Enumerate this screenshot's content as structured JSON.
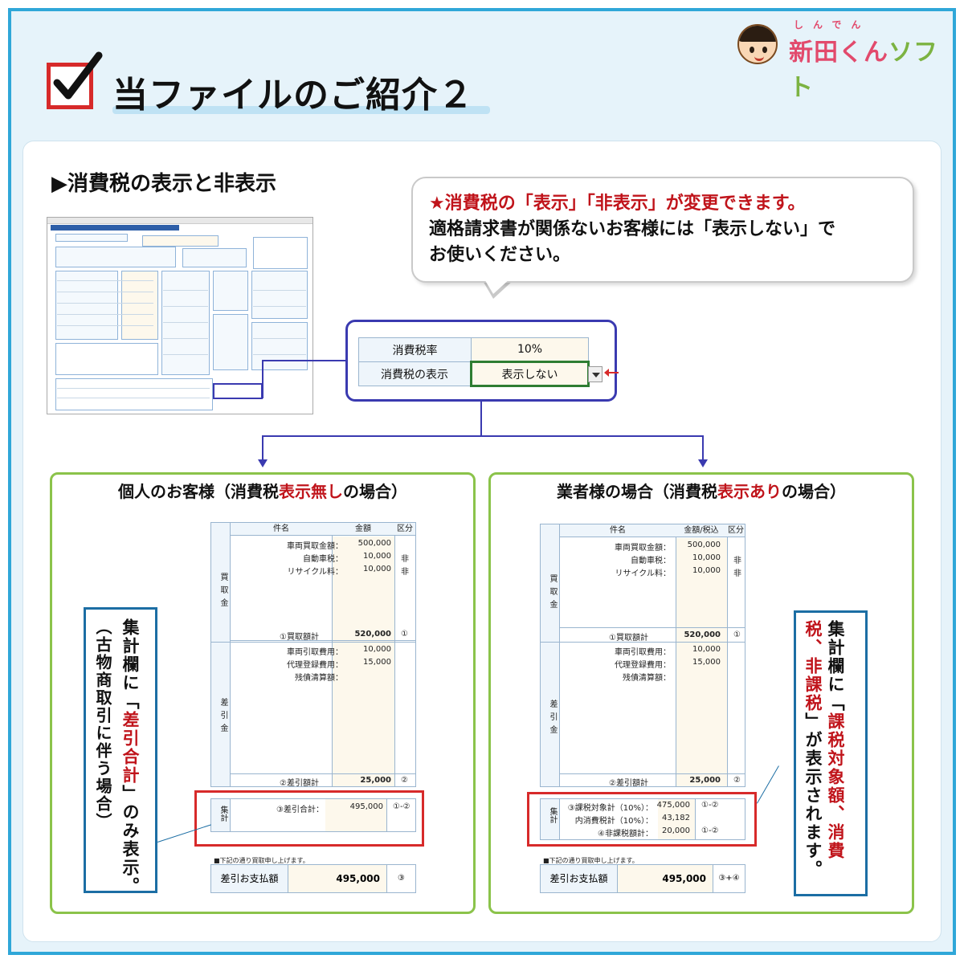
{
  "header": {
    "title": "当ファイルのご紹介２",
    "logo_ruby": "しんでん",
    "logo_main": "新田くん",
    "logo_soft": "ソフト"
  },
  "section_title": "▶消費税の表示と非表示",
  "callout": {
    "line1": "★消費税の「表示」「非表示」が変更できます。",
    "line2": "適格請求書が関係ないお客様には「表示しない」で",
    "line3": "お使いください。"
  },
  "zoom": {
    "rate_label": "消費税率",
    "rate_value": "10%",
    "display_label": "消費税の表示",
    "display_value": "表示しない"
  },
  "left_case": {
    "title_pre": "個人のお客様（消費税",
    "title_red": "表示無し",
    "title_post": "の場合）",
    "headers": [
      "件名",
      "金額",
      "区分"
    ],
    "purchase_label": "買取金",
    "purchase_rows": [
      {
        "name": "車両買取金額：",
        "amount": "500,000",
        "cat": ""
      },
      {
        "name": "自動車税：",
        "amount": "10,000",
        "cat": "非"
      },
      {
        "name": "リサイクル料：",
        "amount": "10,000",
        "cat": "非"
      }
    ],
    "purchase_total": {
      "name": "①買取額計",
      "amount": "520,000",
      "cat": "①"
    },
    "deduct_label": "差引金",
    "deduct_rows": [
      {
        "name": "車両引取費用：",
        "amount": "10,000"
      },
      {
        "name": "代理登録費用：",
        "amount": "15,000"
      },
      {
        "name": "残債清算額：",
        "amount": ""
      }
    ],
    "deduct_total": {
      "name": "②差引額計",
      "amount": "25,000",
      "cat": "②"
    },
    "sum_label": "集計",
    "sum_row": {
      "name": "③差引合計：",
      "amount": "495,000",
      "cat": "①-②"
    },
    "note": "■下記の通り買取申し上げます。",
    "pay_label": "差引お支払額",
    "pay_amount": "495,000",
    "pay_cat": "③"
  },
  "right_case": {
    "title_pre": "業者様の場合（消費税",
    "title_red": "表示あり",
    "title_post": "の場合）",
    "headers": [
      "件名",
      "金額/税込",
      "区分"
    ],
    "purchase_label": "買取金",
    "purchase_rows": [
      {
        "name": "車両買取金額：",
        "amount": "500,000",
        "cat": ""
      },
      {
        "name": "自動車税：",
        "amount": "10,000",
        "cat": "非"
      },
      {
        "name": "リサイクル料：",
        "amount": "10,000",
        "cat": "非"
      }
    ],
    "purchase_total": {
      "name": "①買取額計",
      "amount": "520,000",
      "cat": "①"
    },
    "deduct_label": "差引金",
    "deduct_rows": [
      {
        "name": "車両引取費用：",
        "amount": "10,000"
      },
      {
        "name": "代理登録費用：",
        "amount": "15,000"
      },
      {
        "name": "残債清算額：",
        "amount": ""
      }
    ],
    "deduct_total": {
      "name": "②差引額計",
      "amount": "25,000",
      "cat": "②"
    },
    "sum_label": "集計",
    "sum_rows": [
      {
        "name": "③課税対象計（10%）：",
        "amount": "475,000",
        "cat": "①-②"
      },
      {
        "name": "内消費税計（10%）：",
        "amount": "43,182",
        "cat": ""
      },
      {
        "name": "④非課税額計：",
        "amount": "20,000",
        "cat": "①-②"
      }
    ],
    "note": "■下記の通り買取申し上げます。",
    "pay_label": "差引お支払額",
    "pay_amount": "495,000",
    "pay_cat": "③+④"
  },
  "left_note": {
    "a": "集計欄に「",
    "b": "差引合計",
    "c": "」のみ表示。",
    "sub": "（古物商取引に伴う場合）"
  },
  "right_note": {
    "a": "集計欄に「",
    "b": "課税対象額、消費税、非課税",
    "c": "」が表示されます。"
  },
  "colors": {
    "frame": "#2fa7d8",
    "accent_red": "#c0141b",
    "zoom_border": "#3a3ab0",
    "case_border": "#8bc34a",
    "note_border": "#1c6ea4"
  }
}
